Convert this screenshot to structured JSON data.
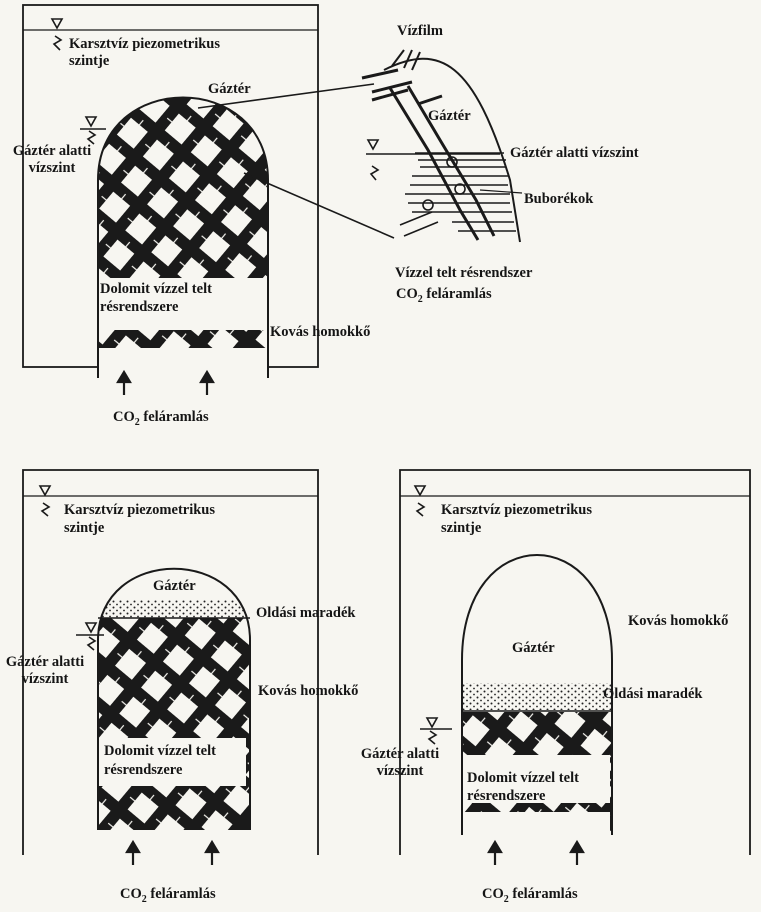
{
  "panel_a": {
    "water_table_label": [
      "Karsztvíz piezometrikus",
      "szintje"
    ],
    "gas_space": "Gáztér",
    "water_level_below_gas": [
      "Gáztér alatti",
      "vízszint"
    ],
    "fracture_system": [
      "Dolomit vízzel telt",
      "résrendszere"
    ],
    "host_rock": "Kovás homokkő",
    "co2_prefix": "CO",
    "co2_sub": "2",
    "co2_suffix": " feláramlás"
  },
  "inset": {
    "water_film": "Vízfilm",
    "gas_space": "Gáztér",
    "water_level_below_gas": "Gáztér alatti vízszint",
    "bubbles": "Buborékok",
    "fracture_system": "Vízzel telt résrendszer",
    "co2_prefix": "CO",
    "co2_sub": "2",
    "co2_suffix": " feláramlás"
  },
  "panel_b": {
    "water_table_label": [
      "Karsztvíz piezometrikus",
      "szintje"
    ],
    "gas_space": "Gáztér",
    "dissolution_residue": "Oldási maradék",
    "water_level_below_gas": [
      "Gáztér alatti",
      "vízszint"
    ],
    "host_rock": "Kovás homokkő",
    "fracture_system": [
      "Dolomit vízzel telt",
      "résrendszere"
    ],
    "co2_prefix": "CO",
    "co2_sub": "2",
    "co2_suffix": " feláramlás"
  },
  "panel_c": {
    "water_table_label": [
      "Karsztvíz piezometrikus",
      "szintje"
    ],
    "host_rock": "Kovás homokkő",
    "gas_space": "Gáztér",
    "dissolution_residue": "Oldási maradék",
    "water_level_below_gas": [
      "Gáztér alatti",
      "vízszint"
    ],
    "fracture_system": [
      "Dolomit vízzel telt",
      "résrendszere"
    ],
    "co2_prefix": "CO",
    "co2_sub": "2",
    "co2_suffix": " feláramlás"
  },
  "colors": {
    "ink": "#151515",
    "paper": "#f7f6f1"
  }
}
